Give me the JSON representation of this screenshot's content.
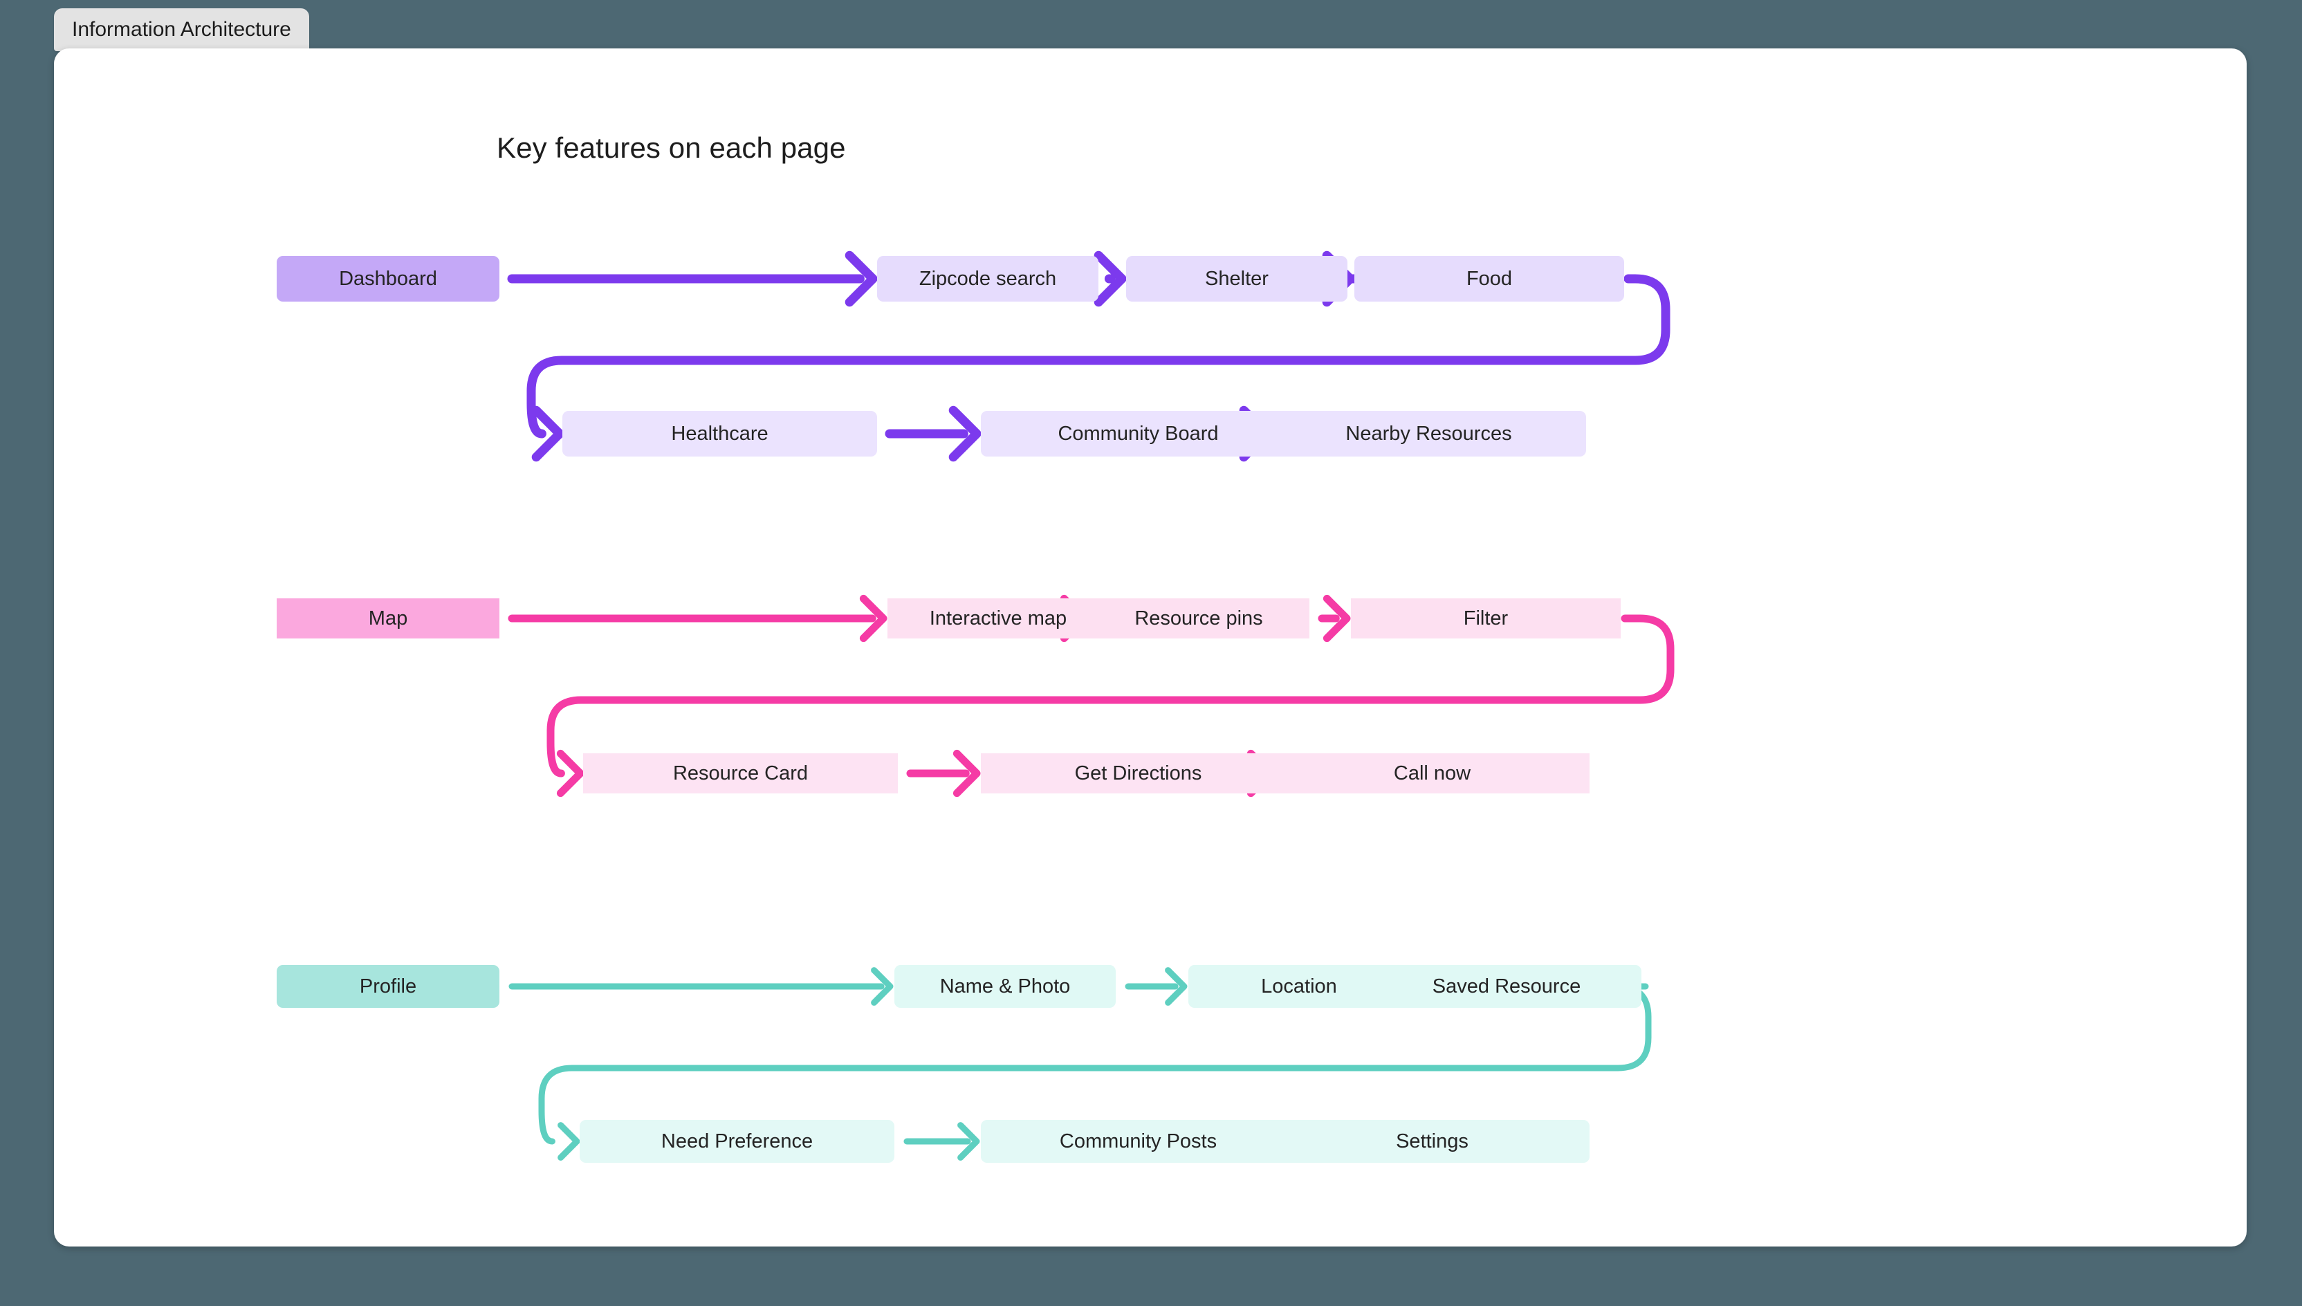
{
  "tab": {
    "label": "Information Architecture"
  },
  "diagram": {
    "title": "Key features on each page",
    "flows": [
      {
        "name": "dashboard-flow",
        "accent": "#7c3aed",
        "root": {
          "label": "Dashboard",
          "fill": "#c4a8f7"
        },
        "top_nodes": [
          {
            "label": "Zipcode search",
            "fill": "#e6dcfd"
          },
          {
            "label": "Shelter",
            "fill": "#e6dcfd"
          },
          {
            "label": "Food",
            "fill": "#e6dcfd"
          }
        ],
        "bottom_nodes": [
          {
            "label": "Healthcare",
            "fill": "#ebe3fe"
          },
          {
            "label": "Community Board",
            "fill": "#ebe3fe"
          },
          {
            "label": "Nearby Resources",
            "fill": "#ebe3fe"
          }
        ]
      },
      {
        "name": "map-flow",
        "accent": "#f53ba5",
        "root": {
          "label": "Map",
          "fill": "#fba8de"
        },
        "top_nodes": [
          {
            "label": "Interactive map",
            "fill": "#fde0f1"
          },
          {
            "label": "Resource pins",
            "fill": "#fde0f1"
          },
          {
            "label": "Filter",
            "fill": "#fde0f1"
          }
        ],
        "bottom_nodes": [
          {
            "label": "Resource Card",
            "fill": "#fde3f3"
          },
          {
            "label": "Get Directions",
            "fill": "#fde3f3"
          },
          {
            "label": "Call now",
            "fill": "#fde3f3"
          }
        ]
      },
      {
        "name": "profile-flow",
        "accent": "#5ecfc0",
        "root": {
          "label": "Profile",
          "fill": "#a7e5dd"
        },
        "top_nodes": [
          {
            "label": "Name & Photo",
            "fill": "#e0f9f5"
          },
          {
            "label": "Location",
            "fill": "#e0f9f5"
          },
          {
            "label": "Saved Resource",
            "fill": "#e0f9f5"
          }
        ],
        "bottom_nodes": [
          {
            "label": "Need Preference",
            "fill": "#e3f9f6"
          },
          {
            "label": "Community Posts",
            "fill": "#e3f9f6"
          },
          {
            "label": "Settings",
            "fill": "#e3f9f6"
          }
        ]
      }
    ]
  },
  "colors": {
    "page_background": "#4d6873",
    "card_background": "#ffffff",
    "tab_background": "#e3e3e3",
    "text": "#242424"
  }
}
